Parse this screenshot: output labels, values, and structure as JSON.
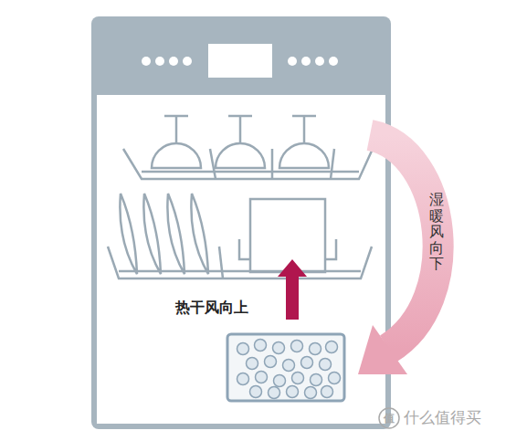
{
  "diagram": {
    "labels": [
      "湿暖风向下",
      "热干风向上",
      "值",
      "什么值得买"
    ]
  }
}
